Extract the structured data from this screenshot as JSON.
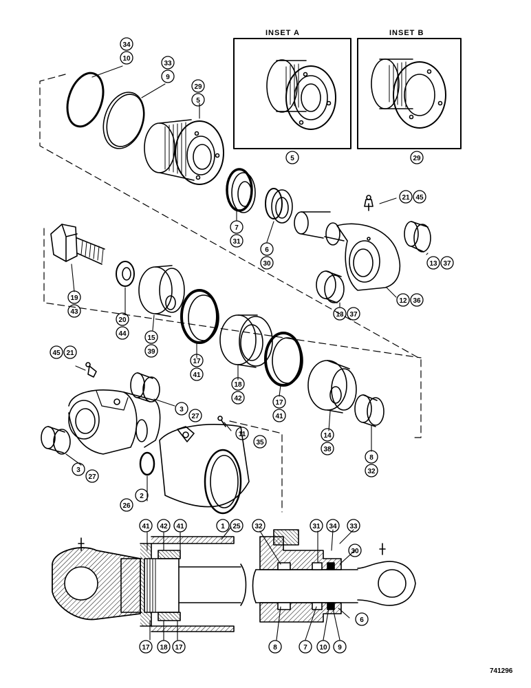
{
  "diagram": {
    "insets": [
      {
        "id": "inset-a",
        "title": "INSET  A",
        "part": "5"
      },
      {
        "id": "inset-b",
        "title": "INSET  B",
        "part": "29"
      }
    ],
    "callouts": [
      {
        "id": "c-34-10",
        "top": "34",
        "bottom": "10"
      },
      {
        "id": "c-33-9",
        "top": "33",
        "bottom": "9"
      },
      {
        "id": "c-29-5",
        "top": "29",
        "bottom": "5"
      },
      {
        "id": "c-7-31",
        "top": "7",
        "bottom": "31"
      },
      {
        "id": "c-6-30",
        "top": "6",
        "bottom": "30"
      },
      {
        "id": "c-21-45",
        "top": "21",
        "bottom": "45"
      },
      {
        "id": "c-13-37-a",
        "top": "13",
        "bottom": "37"
      },
      {
        "id": "c-12-36",
        "top": "12",
        "bottom": "36"
      },
      {
        "id": "c-13-37-b",
        "top": "13",
        "bottom": "37"
      },
      {
        "id": "c-19-43",
        "top": "19",
        "bottom": "43"
      },
      {
        "id": "c-20-44",
        "top": "20",
        "bottom": "44"
      },
      {
        "id": "c-15-39",
        "top": "15",
        "bottom": "39"
      },
      {
        "id": "c-17-41-a",
        "top": "17",
        "bottom": "41"
      },
      {
        "id": "c-18-42",
        "top": "18",
        "bottom": "42"
      },
      {
        "id": "c-17-41-b",
        "top": "17",
        "bottom": "41"
      },
      {
        "id": "c-14-38",
        "top": "14",
        "bottom": "38"
      },
      {
        "id": "c-8-32",
        "top": "8",
        "bottom": "32"
      },
      {
        "id": "c-45-21",
        "top": "45",
        "bottom": "21"
      },
      {
        "id": "c-3-27-a",
        "top": "3",
        "bottom": "27"
      },
      {
        "id": "c-11-35",
        "top": "11",
        "bottom": "35"
      },
      {
        "id": "c-3-27-b",
        "top": "3",
        "bottom": "27"
      },
      {
        "id": "c-26-2",
        "top": "26",
        "bottom": "2"
      },
      {
        "id": "c-1-25",
        "top": "1",
        "bottom": "25"
      }
    ],
    "section_labels": [
      "41",
      "42",
      "41",
      "32",
      "31",
      "34",
      "33",
      "30",
      "6",
      "17",
      "18",
      "17",
      "8",
      "7",
      "10",
      "9"
    ],
    "drawing_number": "741296"
  }
}
